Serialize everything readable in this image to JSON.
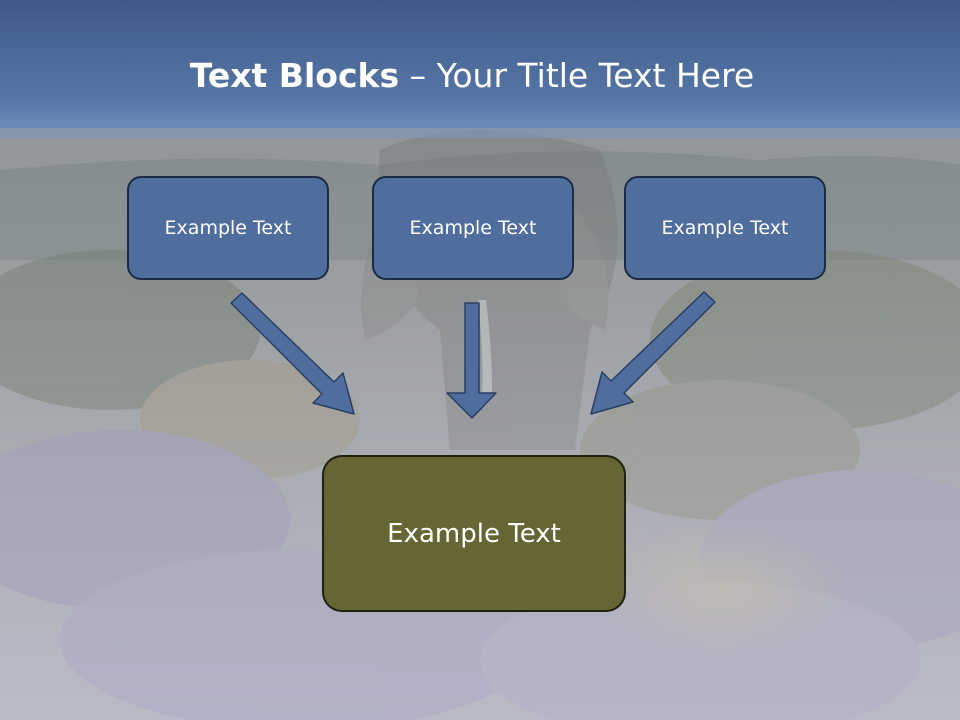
{
  "slide": {
    "title_bold": "Text Blocks",
    "title_separator": " – ",
    "title_rest": "Your Title Text Here",
    "blocks": [
      {
        "label": "Example Text"
      },
      {
        "label": "Example Text"
      },
      {
        "label": "Example Text"
      }
    ],
    "target": {
      "label": "Example Text"
    }
  },
  "colors": {
    "header_band": "#4a6898",
    "block_fill": "#4f6e9e",
    "block_border": "#1d2c44",
    "target_fill": "#666534",
    "target_border": "#1f2113",
    "arrow_fill": "#4f6e9e",
    "arrow_stroke": "#2a3f62",
    "text": "#ffffff"
  },
  "background": {
    "subject": "elephant-in-heathland-photo"
  }
}
